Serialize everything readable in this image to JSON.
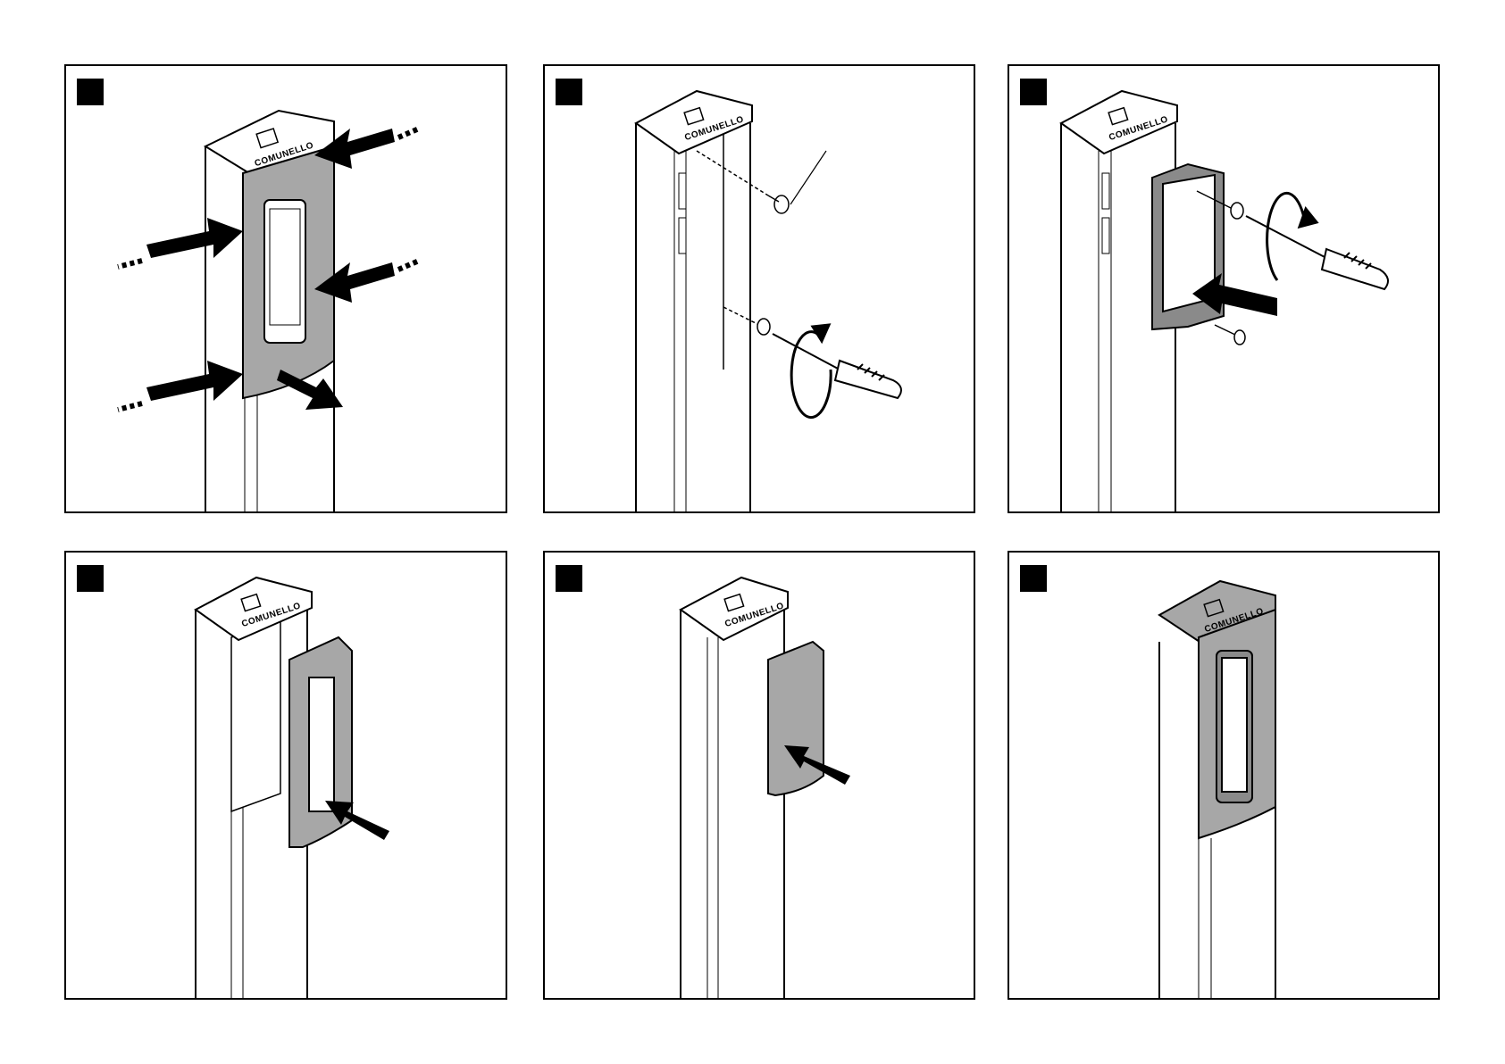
{
  "brand": {
    "name": "COMUNELLO"
  },
  "colors": {
    "line": "#000000",
    "cover": "#a7a7a7",
    "cover_dark": "#8a8a8a",
    "post": "#ffffff"
  },
  "panels": [
    {
      "id": "step-1",
      "action": "press-release-cover",
      "icons": [
        "arrow-icon",
        "release-arrow-icon"
      ]
    },
    {
      "id": "step-2",
      "action": "unscrew-screws",
      "icons": [
        "screw-icon",
        "screwdriver-icon",
        "rotate-icon",
        "callout-line"
      ]
    },
    {
      "id": "step-3",
      "action": "fit-device-and-screw",
      "icons": [
        "device-body-icon",
        "screw-icon",
        "screwdriver-icon",
        "rotate-icon",
        "arrow-icon"
      ]
    },
    {
      "id": "step-4",
      "action": "attach-front-cover",
      "icons": [
        "front-cover-icon",
        "arrow-icon"
      ]
    },
    {
      "id": "step-5",
      "action": "press-cover-in",
      "icons": [
        "cover-icon",
        "arrow-icon"
      ]
    },
    {
      "id": "step-6",
      "action": "assembled",
      "icons": [
        "assembled-post-icon"
      ]
    }
  ]
}
